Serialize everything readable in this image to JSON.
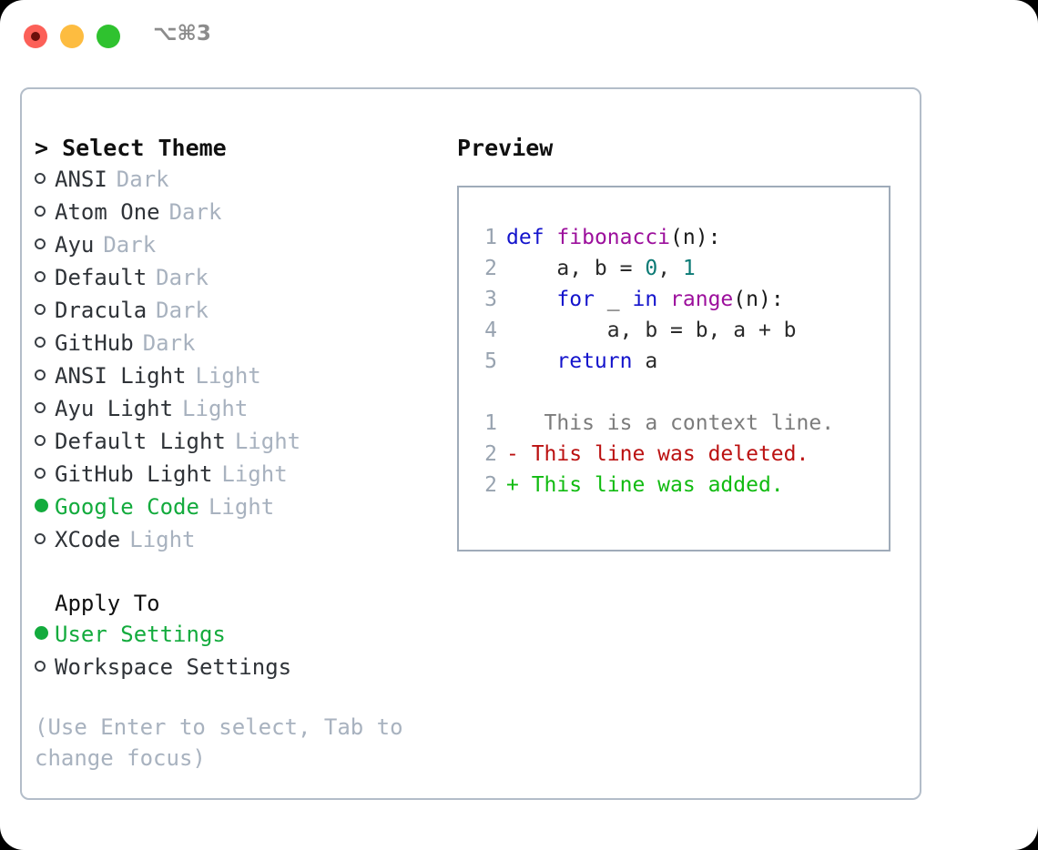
{
  "titlebar": {
    "shortcut": "⌥⌘3",
    "buttons": [
      "close",
      "minimize",
      "maximize"
    ]
  },
  "left": {
    "header": "> Select Theme",
    "themes": [
      {
        "name": "ANSI",
        "variant": "Dark",
        "selected": false
      },
      {
        "name": "Atom One",
        "variant": "Dark",
        "selected": false
      },
      {
        "name": "Ayu",
        "variant": "Dark",
        "selected": false
      },
      {
        "name": "Default",
        "variant": "Dark",
        "selected": false
      },
      {
        "name": "Dracula",
        "variant": "Dark",
        "selected": false
      },
      {
        "name": "GitHub",
        "variant": "Dark",
        "selected": false
      },
      {
        "name": "ANSI Light",
        "variant": "Light",
        "selected": false
      },
      {
        "name": "Ayu Light",
        "variant": "Light",
        "selected": false
      },
      {
        "name": "Default Light",
        "variant": "Light",
        "selected": false
      },
      {
        "name": "GitHub Light",
        "variant": "Light",
        "selected": false
      },
      {
        "name": "Google Code",
        "variant": "Light",
        "selected": true
      },
      {
        "name": "XCode",
        "variant": "Light",
        "selected": false
      }
    ],
    "apply_to_header": "Apply To",
    "apply_to": [
      {
        "name": "User Settings",
        "selected": true
      },
      {
        "name": "Workspace Settings",
        "selected": false
      }
    ],
    "hint": "(Use Enter to select, Tab to change focus)"
  },
  "right": {
    "preview_label": "Preview",
    "code_lines": [
      {
        "no": "1",
        "tokens": [
          {
            "t": "def",
            "c": "k"
          },
          {
            "t": " ",
            "c": "p"
          },
          {
            "t": "fibonacci",
            "c": "fn"
          },
          {
            "t": "(n):",
            "c": "p"
          }
        ]
      },
      {
        "no": "2",
        "tokens": [
          {
            "t": "    a, b = ",
            "c": "id"
          },
          {
            "t": "0",
            "c": "n"
          },
          {
            "t": ", ",
            "c": "id"
          },
          {
            "t": "1",
            "c": "n"
          }
        ]
      },
      {
        "no": "3",
        "tokens": [
          {
            "t": "    ",
            "c": "p"
          },
          {
            "t": "for",
            "c": "k"
          },
          {
            "t": " _ ",
            "c": "id"
          },
          {
            "t": "in",
            "c": "k"
          },
          {
            "t": " ",
            "c": "p"
          },
          {
            "t": "range",
            "c": "fn"
          },
          {
            "t": "(n):",
            "c": "p"
          }
        ]
      },
      {
        "no": "4",
        "tokens": [
          {
            "t": "        a, b = b, a + b",
            "c": "id"
          }
        ]
      },
      {
        "no": "5",
        "tokens": [
          {
            "t": "    ",
            "c": "p"
          },
          {
            "t": "return",
            "c": "k"
          },
          {
            "t": " a",
            "c": "id"
          }
        ]
      }
    ],
    "diff_lines": [
      {
        "no": "1",
        "marker": " ",
        "text": "  This is a context line.",
        "kind": "ctx"
      },
      {
        "no": "2",
        "marker": "-",
        "text": " This line was deleted.",
        "kind": "del"
      },
      {
        "no": "2",
        "marker": "+",
        "text": " This line was added.",
        "kind": "add"
      }
    ]
  },
  "colors": {
    "accent_green": "#13ab3d",
    "muted": "#a8b2bf",
    "keyword": "#1414cc",
    "function": "#9c0f9c",
    "number": "#0b7a75",
    "deleted": "#bb1111",
    "added": "#11bb11",
    "border": "#b3bdc9"
  }
}
